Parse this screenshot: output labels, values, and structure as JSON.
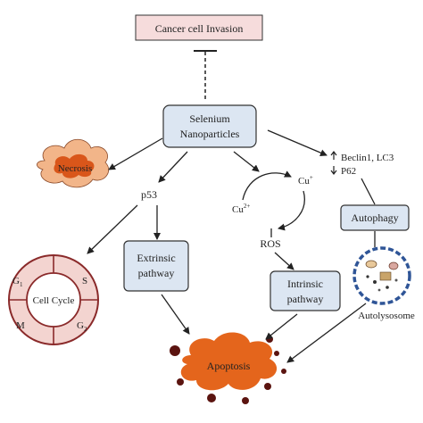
{
  "diagram": {
    "nodes": {
      "invasion": "Cancer cell Invasion",
      "selenium_line1": "Selenium",
      "selenium_line2": "Nanoparticles",
      "necrosis": "Necrosis",
      "p53": "p53",
      "extrinsic_line1": "Extrinsic",
      "extrinsic_line2": "pathway",
      "intrinsic_line1": "Intrinsic",
      "intrinsic_line2": "pathway",
      "cu_plus": "Cu",
      "cu_plus_sup": "+",
      "cu_2plus": "Cu",
      "cu_2plus_sup": "2+",
      "ros": "ROS",
      "beclin": "Beclin1, LC3",
      "p62": "P62",
      "autophagy": "Autophagy",
      "autolysosome": "Autolysosome",
      "apoptosis": "Apoptosis",
      "cell_cycle": "Cell Cycle",
      "g1": "G",
      "g1_sub": "1",
      "s": "S",
      "m": "M",
      "g2": "G",
      "g2_sub": "2"
    },
    "colors": {
      "box_fill": "#dce6f2",
      "box_stroke": "#3a3a3a",
      "invasion_fill": "#f6dcdc",
      "necrosis_outer": "#f2b589",
      "necrosis_inner": "#d9561a",
      "apoptosis": "#e4651c",
      "droplet": "#5b1410",
      "cell_ring": "#f3d4d0",
      "cell_ring_stroke": "#8a2a2a",
      "vesicle": "#2f5597"
    }
  }
}
